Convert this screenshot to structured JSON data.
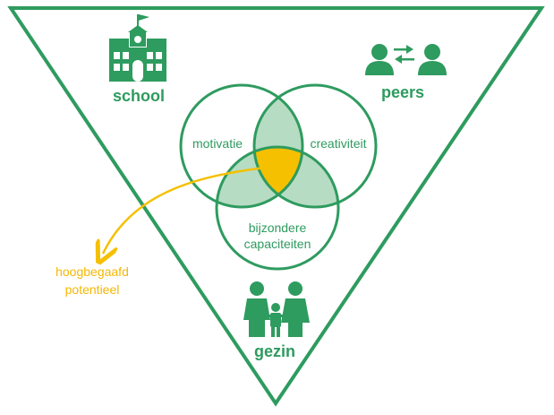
{
  "colors": {
    "green": "#2e9b5f",
    "green_fill": "#b6dcc3",
    "yellow": "#f5c000",
    "yellow_text": "#f5b800",
    "background": "#ffffff"
  },
  "triangle": {
    "top_left_label": "school",
    "top_right_label": "peers",
    "bottom_label": "gezin"
  },
  "icons": {
    "school": "school-building-icon",
    "peers": "peers-exchange-icon",
    "family": "family-icon"
  },
  "venn": {
    "circles": [
      {
        "id": "left",
        "label": "motivatie"
      },
      {
        "id": "right",
        "label": "creativiteit"
      },
      {
        "id": "bottom",
        "label_line1": "bijzondere",
        "label_line2": "capaciteiten"
      }
    ],
    "center_highlight": "yellow"
  },
  "callout": {
    "line1": "hoogbegaafd",
    "line2": "potentieel"
  }
}
